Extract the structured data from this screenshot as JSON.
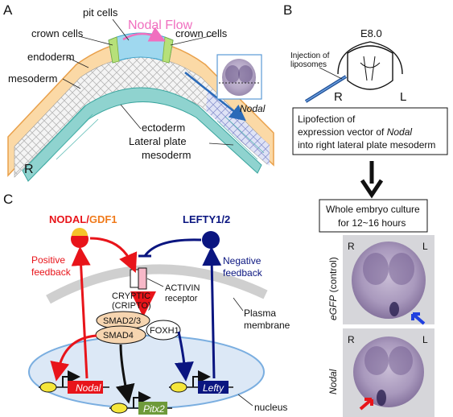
{
  "panels": {
    "a": "A",
    "b": "B",
    "c": "C"
  },
  "panel_a": {
    "nodal_flow": "Nodal Flow",
    "pit_cells": "pit cells",
    "crown_cells_left": "crown cells",
    "crown_cells_right": "crown cells",
    "endoderm": "endoderm",
    "mesoderm": "mesoderm",
    "ectoderm": "ectoderm",
    "lateral_plate_1": "Lateral plate",
    "lateral_plate_2": "mesoderm",
    "nodal": "Nodal",
    "right_label": "R"
  },
  "panel_b": {
    "stage": "E8.0",
    "injection_1": "Injection of",
    "injection_2": "liposomes",
    "r": "R",
    "l": "L",
    "box1_line1": "Lipofection of",
    "box1_line2_pre": "expression vector of ",
    "box1_line2_it": "Nodal",
    "box1_line3": "into right lateral plate mesoderm",
    "box2_line1": "Whole embryo culture",
    "box2_line2": "for 12~16 hours",
    "photo1_label_it": "eGFP",
    "photo1_label_rest": " (control)",
    "photo1_r": "R",
    "photo1_l": "L",
    "photo2_label": "Nodal",
    "photo2_r": "R",
    "photo2_l": "L"
  },
  "panel_c": {
    "nodal": "NODAL/",
    "gdf1": "GDF1",
    "lefty": "LEFTY1/2",
    "positive_1": "Positive",
    "positive_2": "feedback",
    "negative_1": "Negative",
    "negative_2": "feedback",
    "cryptic_1": "CRYPTIC",
    "cryptic_2": "(CRIPTO)",
    "activin_1": "ACTIVIN",
    "activin_2": "receptor",
    "smad23": "SMAD2/3",
    "smad4": "SMAD4",
    "foxh1": "FOXH1",
    "plasma_1": "Plasma",
    "plasma_2": "membrane",
    "gene_nodal": "Nodal",
    "gene_pitx2": "Pitx2",
    "gene_lefty": "Lefty",
    "nucleus": "nucleus"
  },
  "colors": {
    "red": "#e8141a",
    "navy": "#0a1580",
    "orange": "#f07a1a",
    "nodal_flow_pink": "#f06fbf",
    "flow_arrow_blue": "#2a6ab8",
    "smad_fill": "#f6d5b0",
    "pitx2_green": "#6e9a3a",
    "gene_yellow": "#f5e63a",
    "nucleus_fill": "#dce8f6",
    "nucleus_stroke": "#7aaee0",
    "membrane_gray": "#cfcfcf"
  }
}
